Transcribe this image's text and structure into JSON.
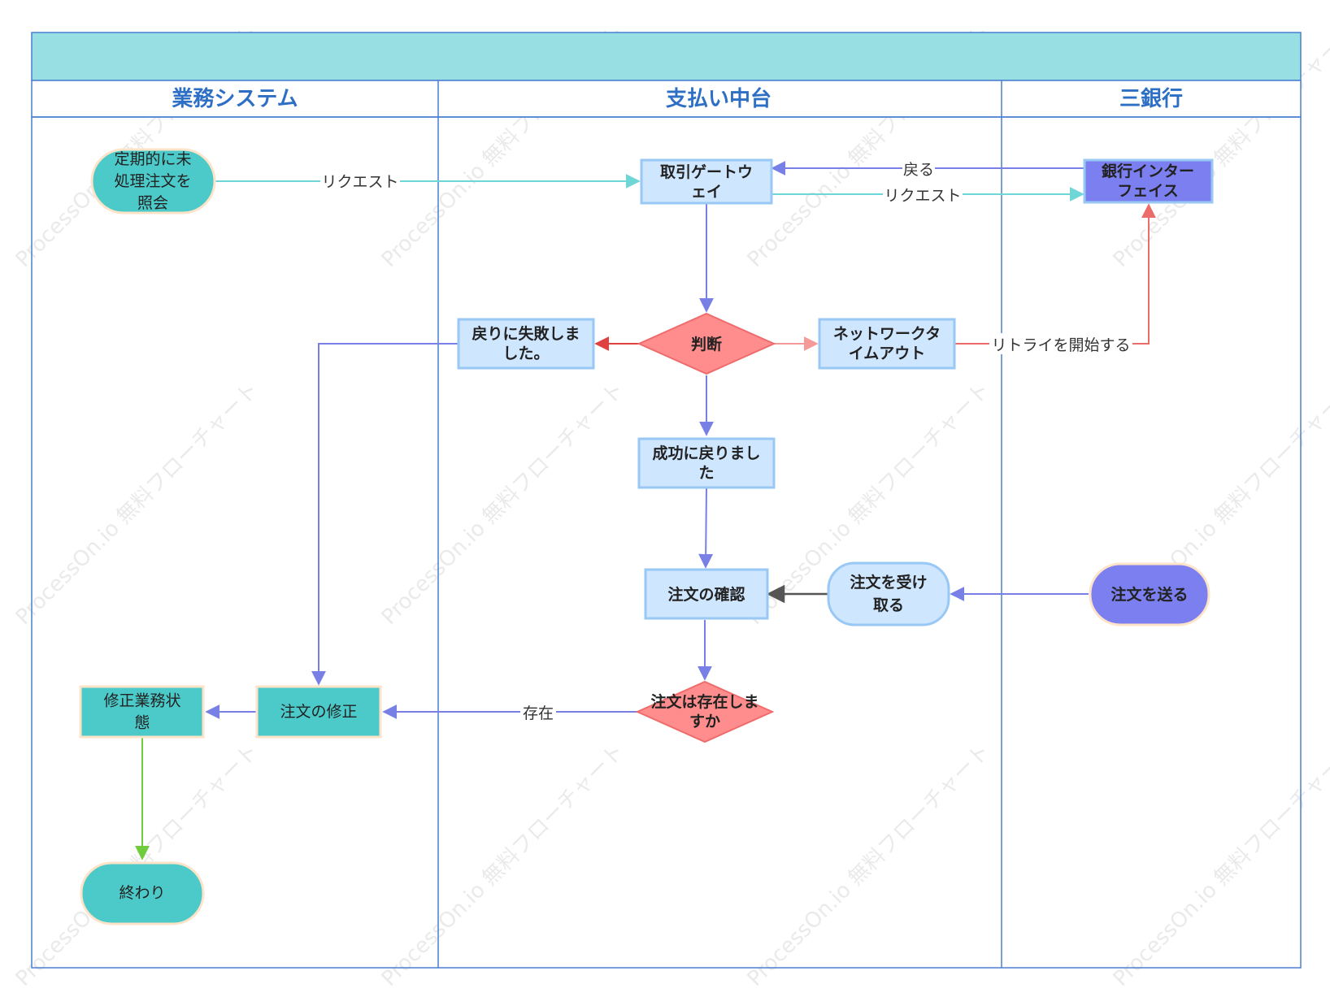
{
  "lanes": [
    {
      "id": "business",
      "title": "業務システム"
    },
    {
      "id": "payment",
      "title": "支払い中台"
    },
    {
      "id": "bank",
      "title": "三銀行"
    }
  ],
  "nodes": {
    "query": {
      "lines": [
        "定期的に未",
        "処理注文を",
        "照会"
      ]
    },
    "gateway": {
      "lines": [
        "取引ゲートウ",
        "ェイ"
      ]
    },
    "bank_if": {
      "lines": [
        "銀行インター",
        "フェイス"
      ]
    },
    "judge": {
      "lines": [
        "判断"
      ]
    },
    "fail": {
      "lines": [
        "戻りに失敗しま",
        "した。"
      ]
    },
    "timeout": {
      "lines": [
        "ネットワークタ",
        "イムアウト"
      ]
    },
    "success": {
      "lines": [
        "成功に戻りまし",
        "た"
      ]
    },
    "confirm": {
      "lines": [
        "注文の確認"
      ]
    },
    "receive": {
      "lines": [
        "注文を受け",
        "取る"
      ]
    },
    "send": {
      "lines": [
        "注文を送る"
      ]
    },
    "exists": {
      "lines": [
        "注文は存在しま",
        "すか"
      ]
    },
    "fix_order": {
      "lines": [
        "注文の修正"
      ]
    },
    "fix_status": {
      "lines": [
        "修正業務状",
        "態"
      ]
    },
    "end": {
      "lines": [
        "終わり"
      ]
    }
  },
  "edge_labels": {
    "request1": "リクエスト",
    "return": "戻る",
    "request2": "リクエスト",
    "retry": "リトライを開始する",
    "exists": "存在"
  },
  "watermark": "ProcessOn.io 無料フローチャート",
  "colors": {
    "header": "#97dfe2",
    "border": "#4a7fd0",
    "teal": "#4ccac9",
    "teal_border": "#fde3c8",
    "light_blue": "#cfe6ff",
    "light_blue_border": "#98c8f3",
    "purple": "#7b7ff0",
    "diamond": "#ff8d8d",
    "diamond_border": "#f06b6b",
    "edge_blue": "#7880e6",
    "edge_teal": "#6ed6d6",
    "edge_red": "#ec6b6b",
    "edge_green": "#6fcc3a",
    "edge_gray": "#555555"
  }
}
